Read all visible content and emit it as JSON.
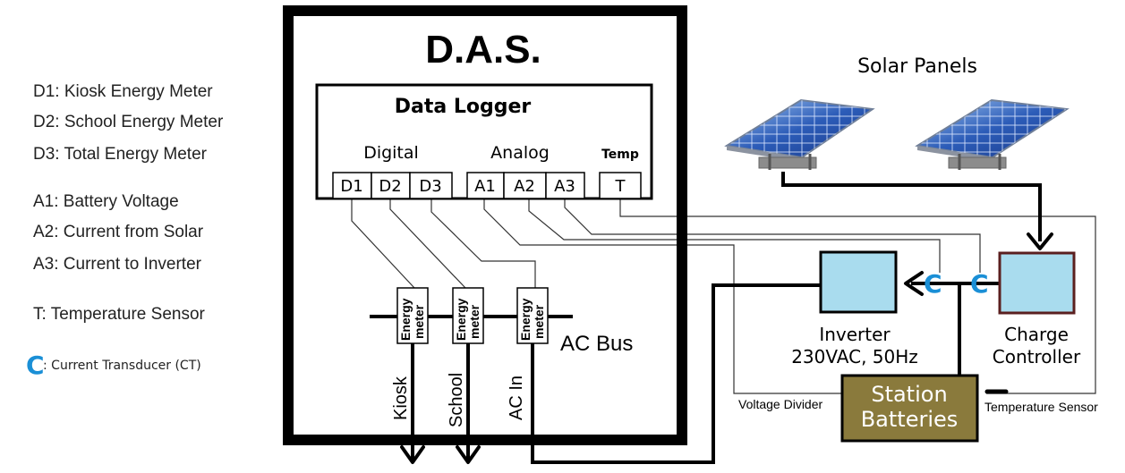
{
  "legend": {
    "d1": "D1: Kiosk Energy Meter",
    "d2": "D2: School Energy Meter",
    "d3": "D3: Total Energy Meter",
    "a1": "A1: Battery Voltage",
    "a2": "A2: Current from Solar",
    "a3": "A3: Current to Inverter",
    "t": "T: Temperature Sensor",
    "ct_symbol": "C",
    "ct": ": Current Transducer (CT)"
  },
  "das": {
    "title": "D.A.S.",
    "logger": {
      "title": "Data Logger",
      "digital": "Digital",
      "analog": "Analog",
      "temp": "Temp",
      "ports": [
        "D1",
        "D2",
        "D3",
        "A1",
        "A2",
        "A3",
        "T"
      ]
    },
    "meters": [
      "Energy meter",
      "Energy meter",
      "Energy meter"
    ],
    "meter_line1": "Energy",
    "meter_line2": "meter",
    "ac_bus": "AC Bus",
    "outputs": {
      "kiosk": "Kiosk",
      "school": "School",
      "ac_in": "AC In"
    }
  },
  "components": {
    "solar_panels": "Solar Panels",
    "inverter_line1": "Inverter",
    "inverter_line2": "230VAC, 50Hz",
    "charge_line1": "Charge",
    "charge_line2": "Controller",
    "batteries_line1": "Station",
    "batteries_line2": "Batteries",
    "voltage_divider": "Voltage Divider",
    "temperature_sensor": "Temperature Sensor",
    "ct_symbol": "C"
  },
  "colors": {
    "component_fill": "#a9dcee",
    "battery_fill": "#8a7a3c",
    "ct": "#1a8fd6",
    "panel_blue": "#2c5cb8"
  }
}
